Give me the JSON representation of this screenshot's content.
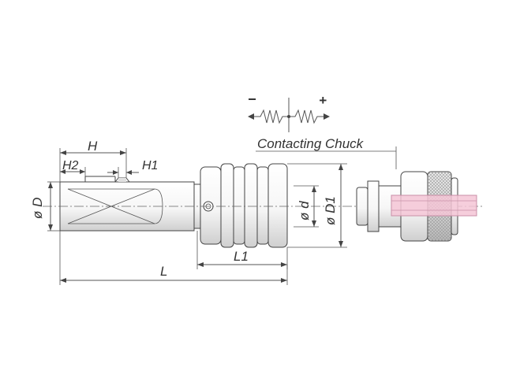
{
  "labels": {
    "H": "H",
    "H1": "H1",
    "H2": "H2",
    "D": "ø D",
    "d": "ø d",
    "D1": "ø D1",
    "L1": "L1",
    "L": "L",
    "contacting_chuck": "Contacting Chuck",
    "minus": "−",
    "plus": "+"
  },
  "colors": {
    "body_fill": "#f7f7f7",
    "shadow": "#d8d8d8",
    "outline": "#444444",
    "pink_insert": "#f4c6d6"
  }
}
